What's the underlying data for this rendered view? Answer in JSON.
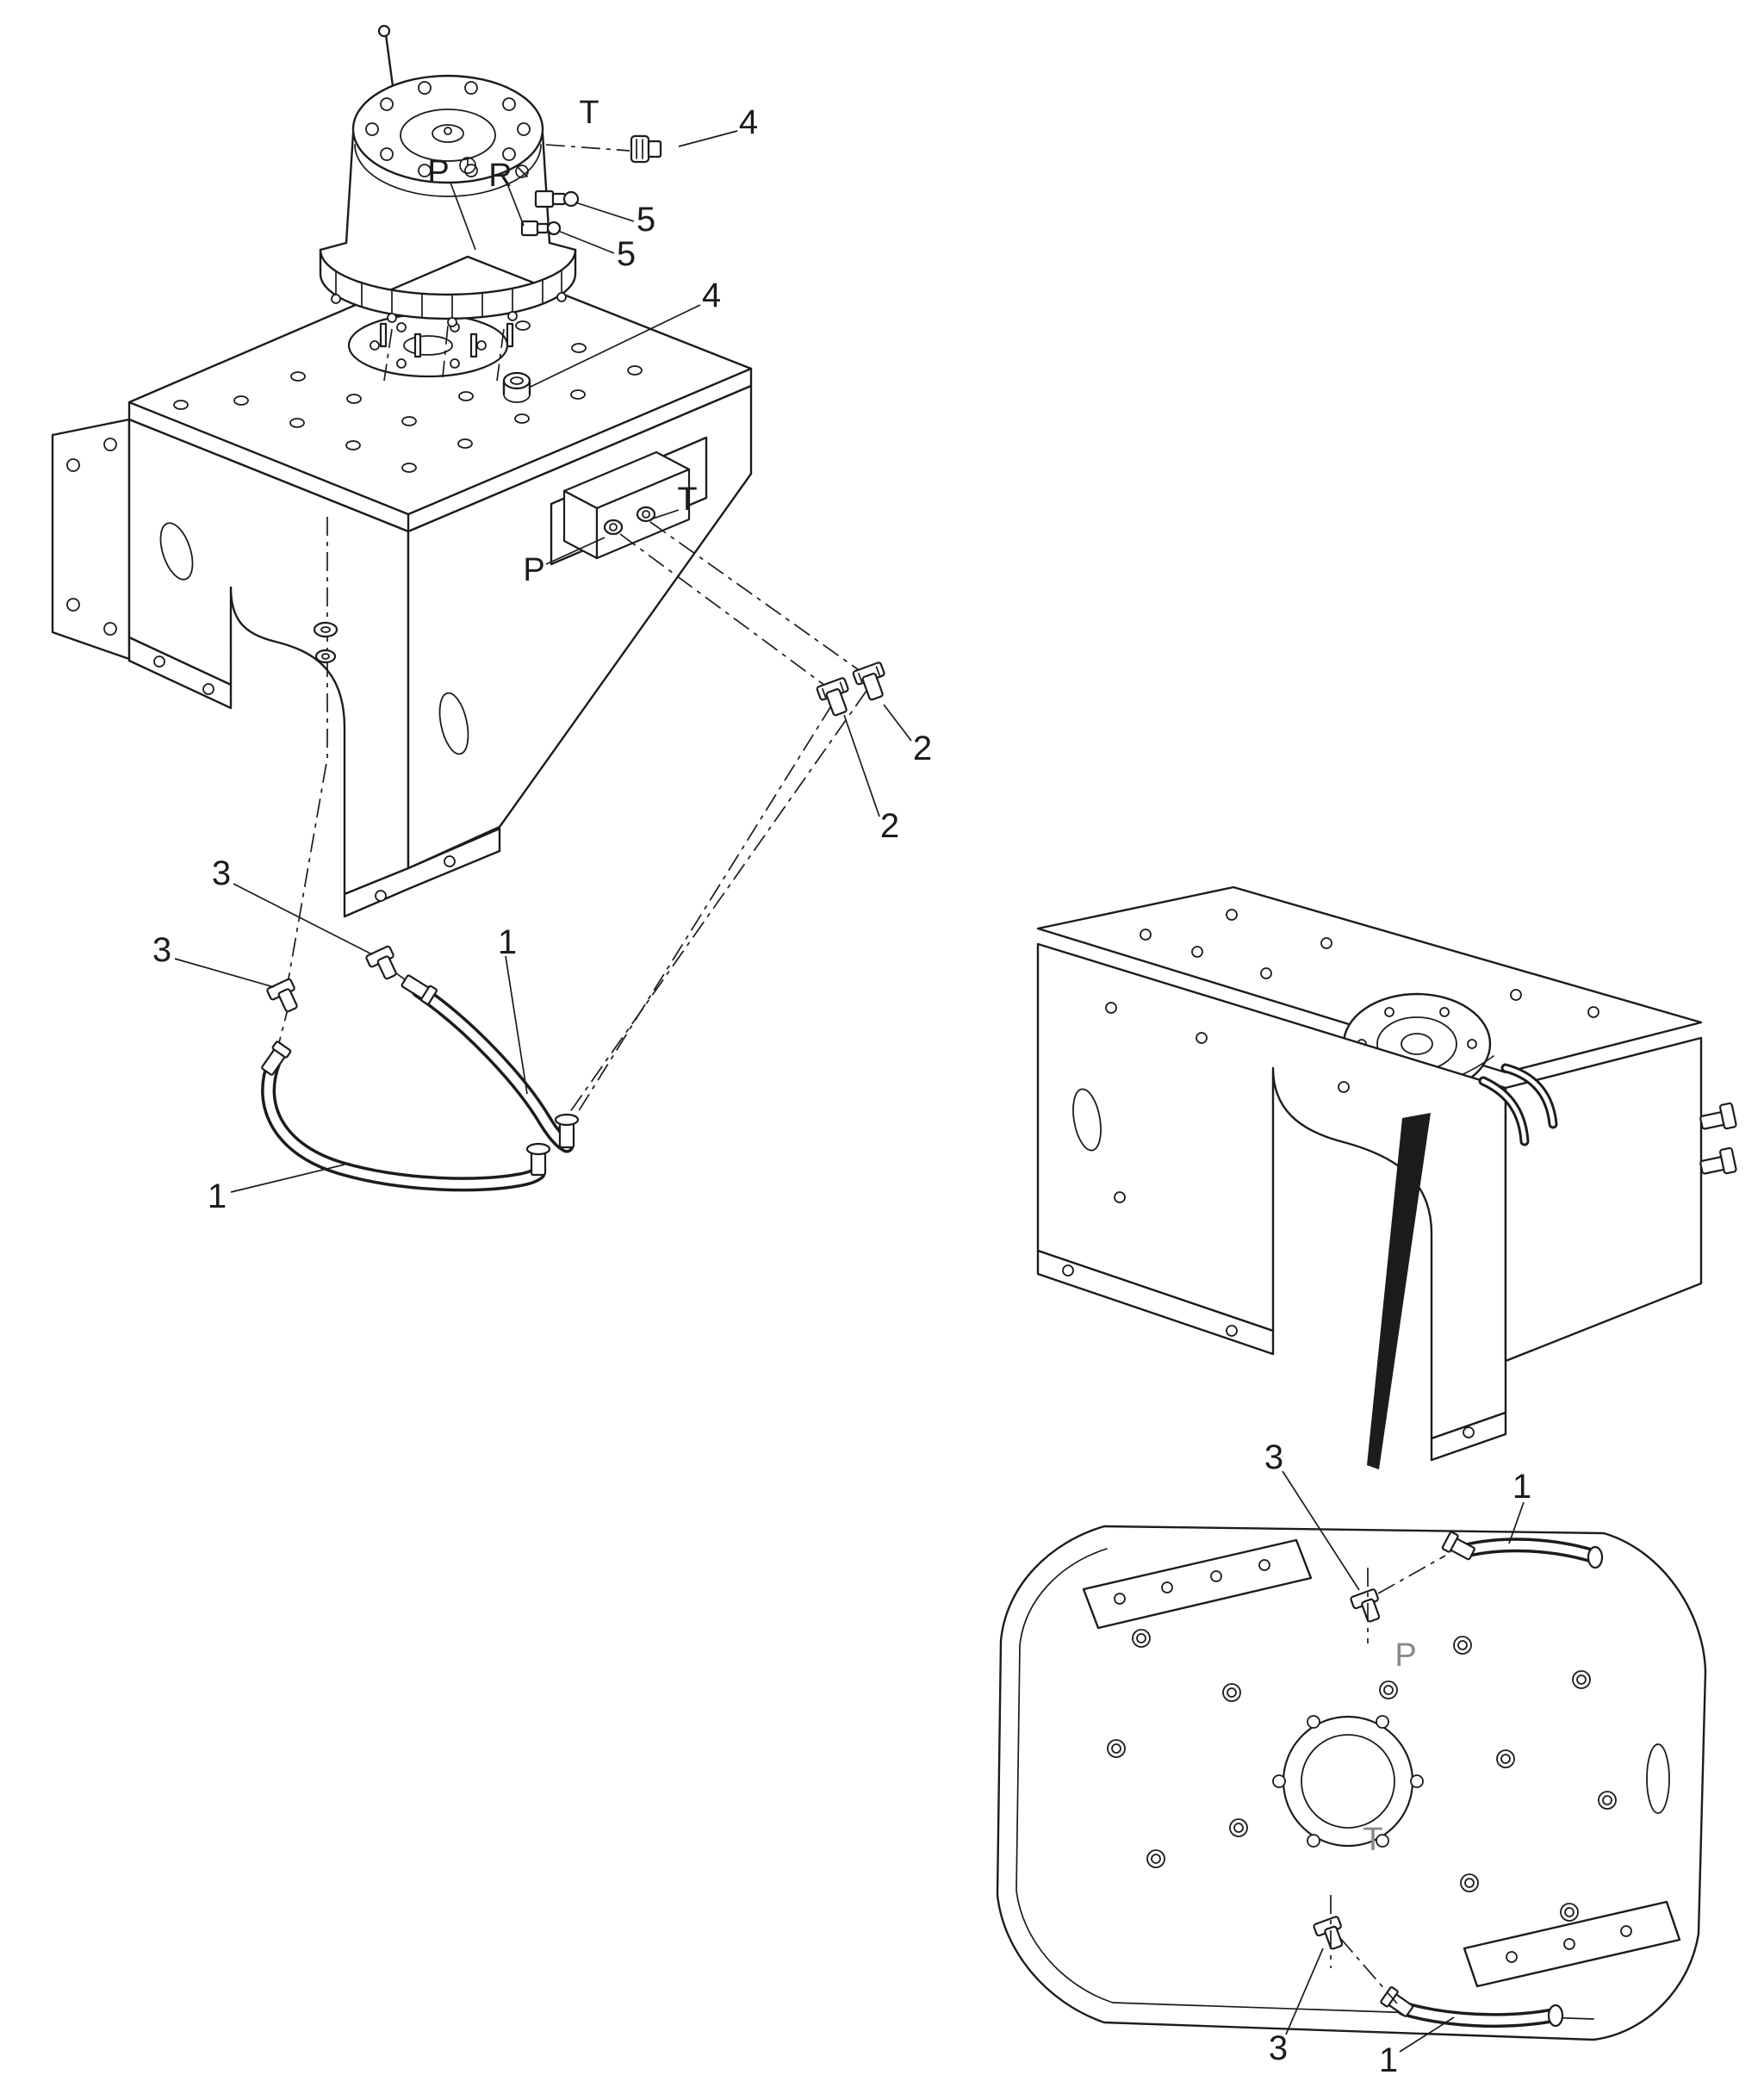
{
  "meta": {
    "background_color": "#ffffff",
    "ink_color": "#1c1c1c",
    "port_letter_color_bottom": "#8a8a8a"
  },
  "exploded_view": {
    "description": "Exploded view of rotator motor, mounting frame, fittings and hoses",
    "port_labels": {
      "t_motor": "T",
      "p_motor": "P",
      "r_motor": "R",
      "t_valve": "T",
      "p_valve": "P"
    },
    "callouts": [
      {
        "part": "plug-fitting-top",
        "text": "4"
      },
      {
        "part": "motor-fitting-upper",
        "text": "5"
      },
      {
        "part": "motor-fitting-lower",
        "text": "5"
      },
      {
        "part": "plate-fitting",
        "text": "4"
      },
      {
        "part": "elbow-fitting-upper",
        "text": "2"
      },
      {
        "part": "elbow-fitting-lower",
        "text": "2"
      },
      {
        "part": "adapter-fitting-upper",
        "text": "3"
      },
      {
        "part": "adapter-fitting-lower",
        "text": "3"
      },
      {
        "part": "hose-upper",
        "text": "1"
      },
      {
        "part": "hose-lower",
        "text": "1"
      }
    ]
  },
  "assembled_view": {
    "description": "Assembled frame with rotator seen from the rear"
  },
  "bottom_view": {
    "description": "Bottom plate detail with hydraulic ports",
    "port_labels": {
      "p": "P",
      "t": "T"
    },
    "callouts": [
      {
        "part": "adapter-port-p",
        "text": "3"
      },
      {
        "part": "hose-top",
        "text": "1"
      },
      {
        "part": "adapter-port-t",
        "text": "3"
      },
      {
        "part": "hose-bottom",
        "text": "1"
      }
    ]
  }
}
